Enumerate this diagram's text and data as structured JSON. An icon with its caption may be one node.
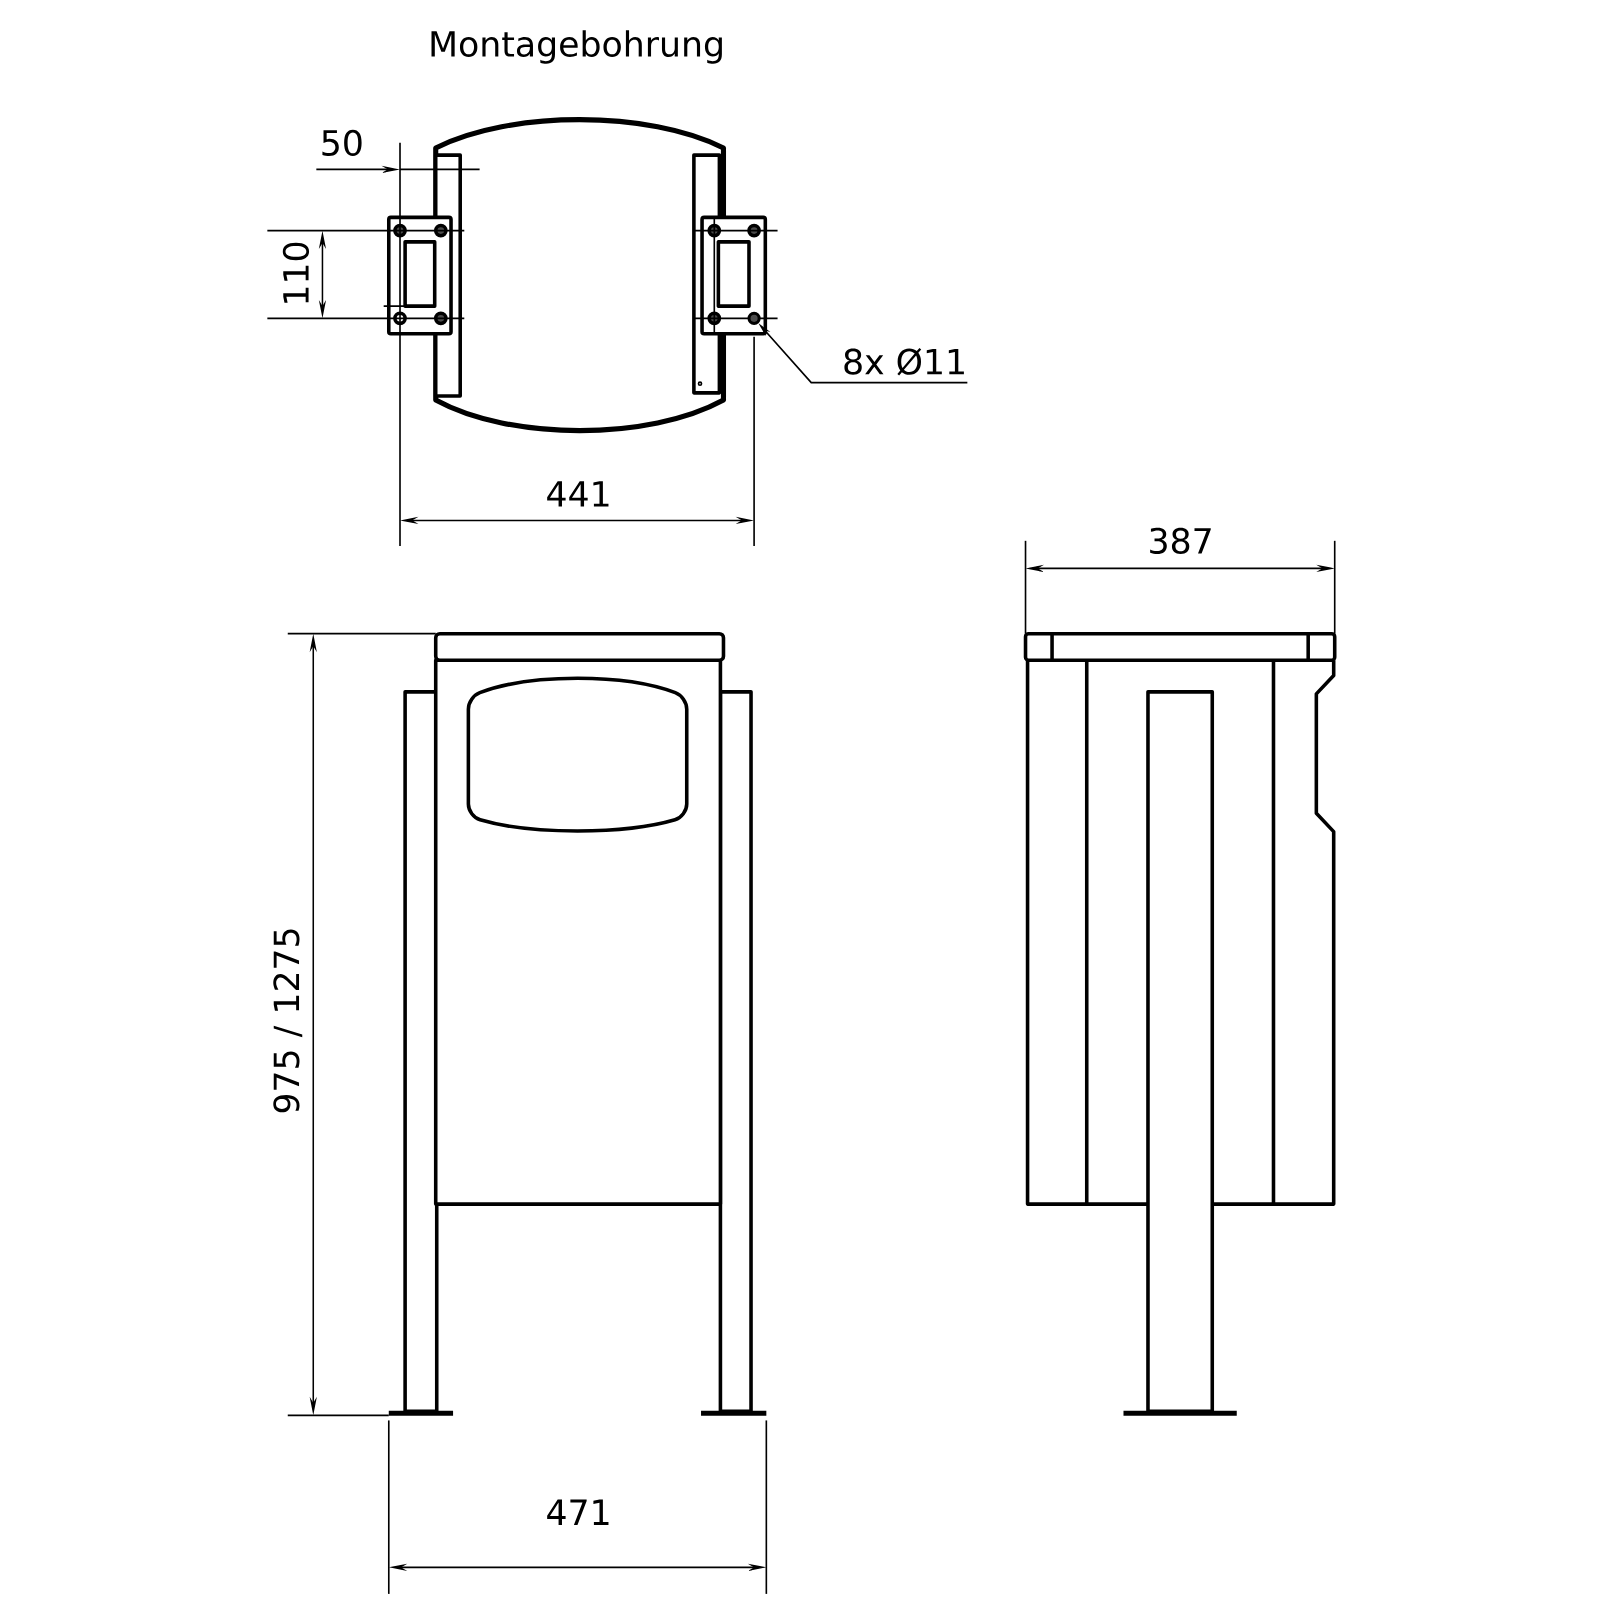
{
  "diagram": {
    "title": "Montagebohrung",
    "nodes": [
      {
        "text": [
          "8x Ø11"
        ]
      },
      {
        "text": [],
        "shape": "circle"
      }
    ],
    "edges": [
      {
        "from": 0,
        "to": 1,
        "arrow": "to"
      }
    ],
    "labels": [
      "50",
      "110",
      "441",
      "387",
      "975 / 1275",
      "471"
    ]
  }
}
